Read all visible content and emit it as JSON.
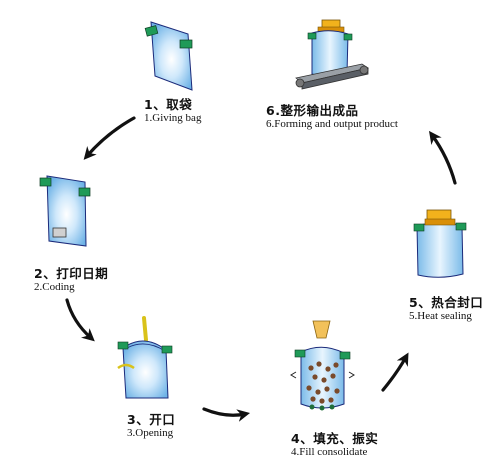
{
  "steps": [
    {
      "zh": "1、取袋",
      "en": "1.Giving bag"
    },
    {
      "zh": "2、打印日期",
      "en": "2.Coding"
    },
    {
      "zh": "3、开口",
      "en": "3.Opening"
    },
    {
      "zh": "4、填充、振实",
      "en": "4.Fill consolidate"
    },
    {
      "zh": "5、热合封口",
      "en": "5.Heat sealing"
    },
    {
      "zh": "6.整形输出成品",
      "en": "6.Forming and output product"
    }
  ],
  "colors": {
    "bag_fill": "#a9d4f2",
    "bag_stroke": "#1b2a7a",
    "clip_green": "#1f9a58",
    "seal_yellow": "#f2b21c",
    "arrow": "#111111",
    "granule": "#7a4a2a"
  },
  "icons": [
    "bag-icon",
    "clip-icon",
    "nozzle-icon",
    "heat-seal-bar-icon",
    "conveyor-icon",
    "arrow-icon"
  ]
}
